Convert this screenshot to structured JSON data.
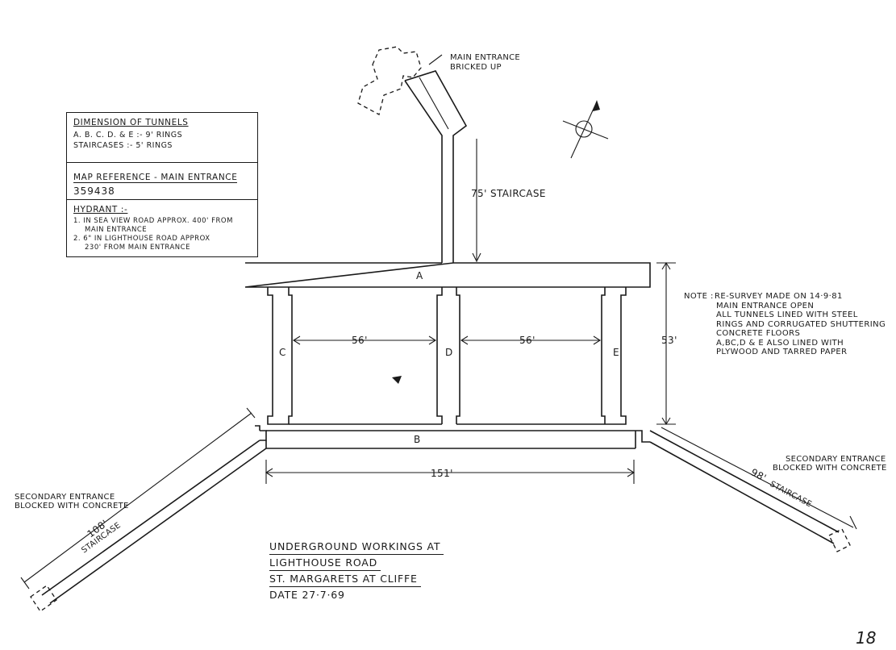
{
  "info_box": {
    "dimension_heading": "DIMENSION OF TUNNELS",
    "dimension_rows": [
      "A. B. C. D. & E :-  9' RINGS",
      "STAIRCASES  :-  5' RINGS"
    ],
    "map_ref_heading": "MAP REFERENCE - MAIN ENTRANCE",
    "map_ref_value": "359438",
    "hydrant_heading": "HYDRANT :-",
    "hydrant_items": [
      "1.  IN SEA VIEW ROAD  APPROX. 400' FROM",
      "MAIN ENTRANCE",
      "2.  6\" IN  LIGHTHOUSE ROAD  APPROX",
      "230' FROM MAIN ENTRANCE"
    ]
  },
  "labels": {
    "main_entrance": [
      "MAIN ENTRANCE",
      "BRICKED UP"
    ],
    "staircase_main": "75' STAIRCASE",
    "tunnel_a": "A",
    "tunnel_b": "B",
    "tunnel_c": "C",
    "tunnel_d": "D",
    "tunnel_e": "E",
    "dim_cd": "56'",
    "dim_de": "56'",
    "dim_height": "53'",
    "dim_width": "151'",
    "left_stair_len": "108'",
    "left_stair_word": "STAIRCASE",
    "right_stair_len": "98'",
    "right_stair_word": "STAIRCASE",
    "secondary_left": [
      "SECONDARY ENTRANCE",
      "BLOCKED WITH CONCRETE"
    ],
    "secondary_right": [
      "SECONDARY ENTRANCE",
      "BLOCKED WITH CONCRETE"
    ]
  },
  "note": {
    "label": "NOTE :",
    "first": "RE-SURVEY MADE ON 14·9·81",
    "lines": [
      "MAIN ENTRANCE OPEN",
      "ALL TUNNELS LINED WITH STEEL",
      "RINGS AND CORRUGATED SHUTTERING",
      "CONCRETE FLOORS",
      "A,BC,D & E ALSO LINED WITH",
      "PLYWOOD AND TARRED PAPER"
    ]
  },
  "title_block": {
    "line1": "UNDERGROUND WORKINGS AT",
    "line2": "LIGHTHOUSE ROAD",
    "line3": "ST. MARGARETS AT CLIFFE",
    "date": "DATE  27·7·69"
  },
  "page_number": "18",
  "colors": {
    "ink": "#1a1a1a",
    "paper": "#ffffff"
  }
}
